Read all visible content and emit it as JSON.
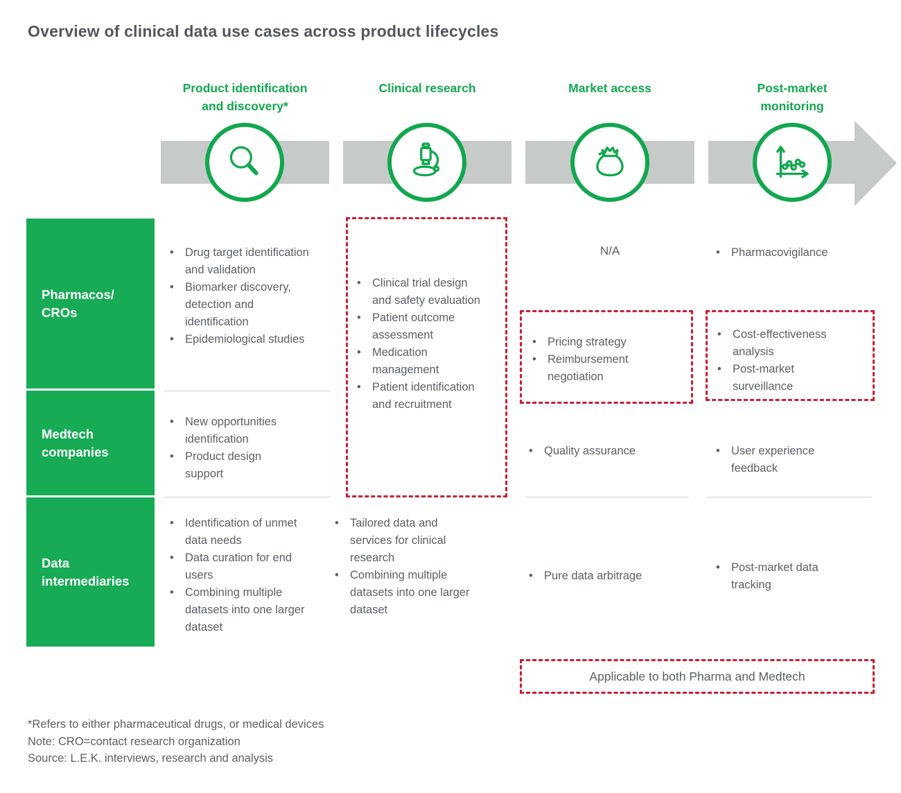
{
  "title": "Overview of clinical data use cases across product lifecycles",
  "colors": {
    "green": "#12a74f",
    "red": "#c81e33",
    "band_gray": "#c6cbc9",
    "text_gray": "#5a5f63"
  },
  "columns": [
    {
      "label": "Product identification\nand discovery*",
      "icon": "magnifier-icon"
    },
    {
      "label": "Clinical research",
      "icon": "microscope-icon"
    },
    {
      "label": "Market access",
      "icon": "money-bag-icon"
    },
    {
      "label": "Post-market\nmonitoring",
      "icon": "trend-chart-icon"
    }
  ],
  "rows": [
    {
      "label": "Pharmacos/\nCROs"
    },
    {
      "label": "Medtech\ncompanies"
    },
    {
      "label": "Data\nintermediaries"
    }
  ],
  "cells": {
    "pharmacos": {
      "product_discovery": [
        "Drug target identification and validation",
        "Biomarker discovery, detection and identification",
        "Epidemiological studies"
      ],
      "market_access_na": "N/A",
      "postmarket": [
        "Pharmacovigilance"
      ]
    },
    "shared_pharma_medtech": {
      "clinical_research": [
        "Clinical trial design and safety evaluation",
        "Patient outcome assessment",
        "Medication management",
        "Patient identification and recruitment"
      ],
      "market_access": [
        "Pricing strategy",
        "Reimbursement negotiation"
      ],
      "postmarket": [
        "Cost-effectiveness analysis",
        "Post-market surveillance"
      ]
    },
    "medtech": {
      "product_discovery": [
        "New opportunities identification",
        "Product design support"
      ],
      "market_access": [
        "Quality assurance"
      ],
      "postmarket": [
        "User experience feedback"
      ]
    },
    "data_intermediaries": {
      "product_discovery": [
        "Identification of unmet data needs",
        "Data curation for end users",
        "Combining multiple datasets into one larger dataset"
      ],
      "clinical_research": [
        "Tailored data and services for clinical research",
        "Combining multiple datasets into one larger dataset"
      ],
      "market_access": [
        "Pure data arbitrage"
      ],
      "postmarket": [
        "Post-market data tracking"
      ]
    }
  },
  "legend": "Applicable to both Pharma and Medtech",
  "footnotes": [
    "*Refers to either pharmaceutical drugs, or medical devices",
    "Note: CRO=contact research organization",
    "Source: L.E.K. interviews, research and analysis"
  ]
}
